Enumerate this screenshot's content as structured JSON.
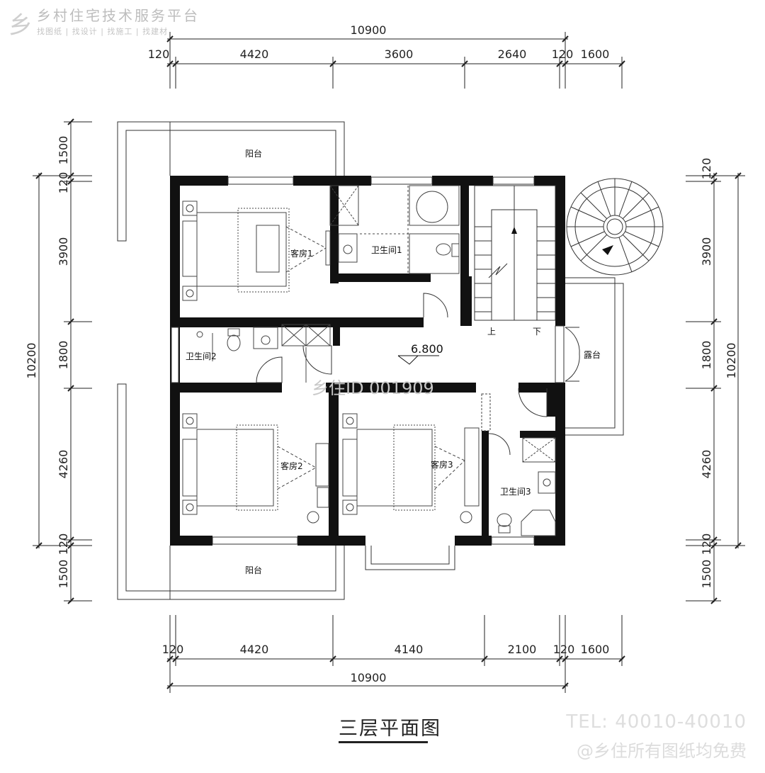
{
  "watermark": {
    "logo": "乡",
    "brand": "乡村住宅技术服务平台",
    "tagline": "找图纸 | 找设计 | 找施工 | 找建材",
    "id": "乡住ID 001909",
    "tel": "TEL: 40010-40010",
    "copyright": "@乡住所有图纸均免费"
  },
  "drawing": {
    "title": "三层平面图",
    "level": "6.800",
    "rooms": {
      "guest1": "客房1",
      "guest2": "客房2",
      "guest3": "客房3",
      "bath1": "卫生间1",
      "bath2": "卫生间2",
      "bath3": "卫生间3",
      "balcony_top": "阳台",
      "balcony_bottom": "阳台",
      "terrace": "露台",
      "stair_up": "上",
      "stair_down": "下"
    }
  },
  "dimensions": {
    "top_total": "10900",
    "top": [
      "120",
      "4420",
      "3600",
      "2640",
      "120",
      "1600"
    ],
    "bottom_total": "10900",
    "bottom": [
      "120",
      "4420",
      "4140",
      "2100",
      "120",
      "1600"
    ],
    "left_total": "10200",
    "left": [
      "1500",
      "120",
      "3900",
      "1800",
      "4260",
      "120",
      "1500"
    ],
    "right_total": "10200",
    "right": [
      "120",
      "3900",
      "1800",
      "4260",
      "120",
      "1500"
    ]
  }
}
